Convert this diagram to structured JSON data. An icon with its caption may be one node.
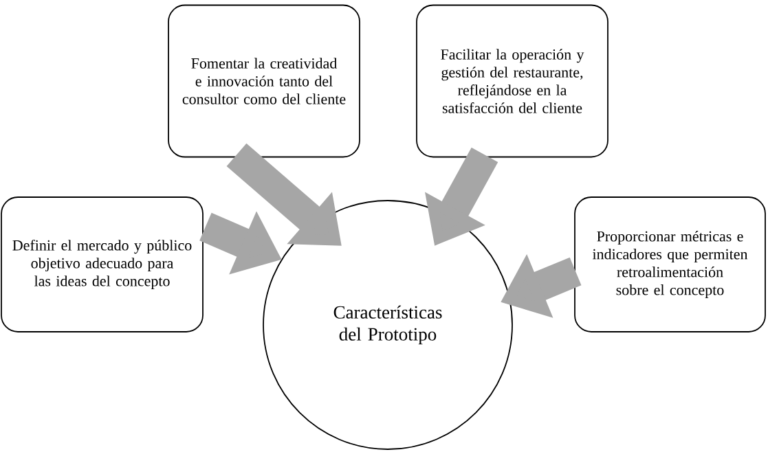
{
  "diagram": {
    "nodes": [
      {
        "text": [
          "Fomentar la creatividad e innovación tanto del consultor como del cliente"
        ]
      },
      {
        "text": [
          "Facilitar la operación y gestión del restaurante, reflejándose en la satisfacción del cliente"
        ]
      },
      {
        "text": [
          "Definir el mercado y público objetivo adecuado para las ideas del concepto"
        ]
      },
      {
        "text": [
          "Proporcionar métricas e indicadores que permiten retroalimentación sobre el concepto"
        ]
      },
      {
        "text": [
          "Características del Prototipo"
        ]
      }
    ],
    "edges": [
      {
        "from": 0,
        "to": 4,
        "arrow": "to"
      },
      {
        "from": 1,
        "to": 4,
        "arrow": "to"
      },
      {
        "from": 2,
        "to": 4,
        "arrow": "to"
      },
      {
        "from": 3,
        "to": 4,
        "arrow": "to"
      }
    ]
  }
}
